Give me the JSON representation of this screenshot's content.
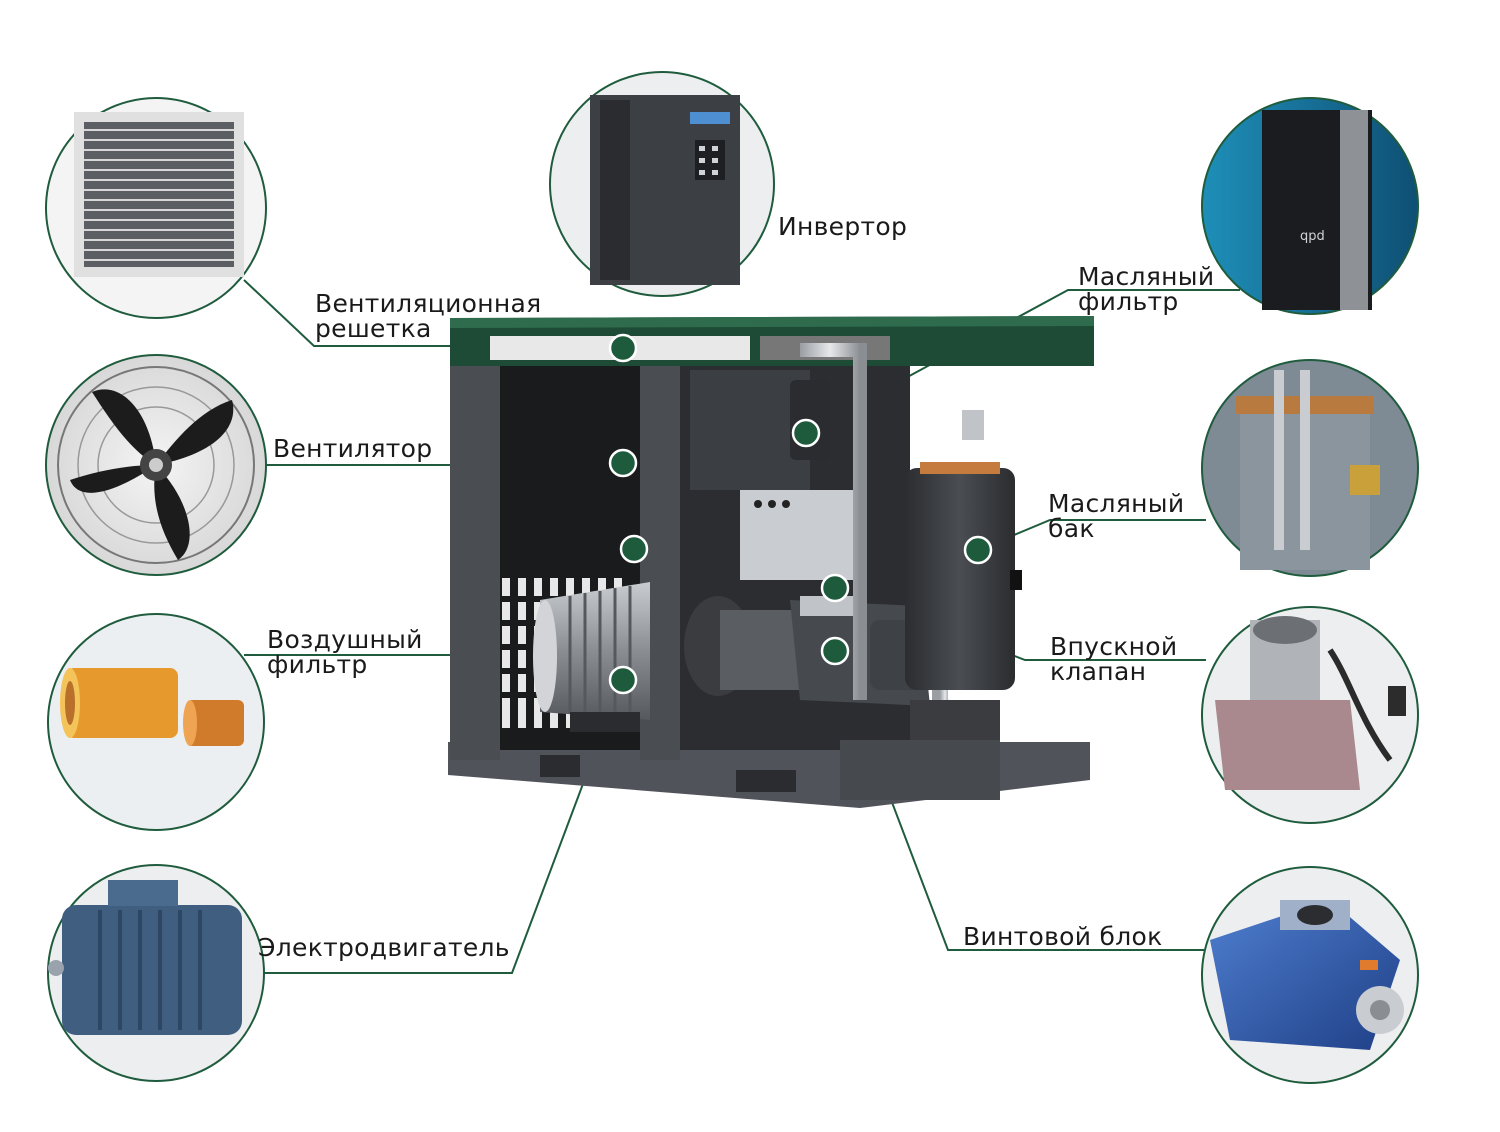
{
  "labels": {
    "invertor": "Инвертор",
    "vent_grid_1": "Вентиляционная",
    "vent_grid_2": "решетка",
    "fan": "Вентилятор",
    "air_filter_1": "Воздушный",
    "air_filter_2": "фильтр",
    "motor": "Электродвигатель",
    "oil_filter_1": "Масляный",
    "oil_filter_2": "фильтр",
    "oil_tank_1": "Масляный",
    "oil_tank_2": "бак",
    "intake_valve_1": "Впускной",
    "intake_valve_2": "клапан",
    "screw_block": "Винтовой блок"
  },
  "colors": {
    "accent": "#1f5c3d",
    "marker": "#1e5a3c",
    "frame": "#4a4d52",
    "roof": "#1d4b35",
    "text": "#1a1a1a"
  }
}
